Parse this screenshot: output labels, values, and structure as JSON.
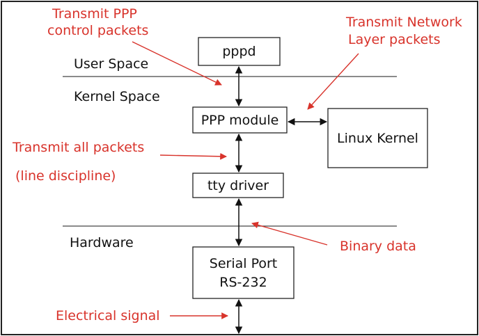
{
  "layers": {
    "user_space": "User Space",
    "kernel_space": "Kernel Space",
    "hardware": "Hardware"
  },
  "boxes": {
    "pppd": "pppd",
    "ppp_module": "PPP module",
    "linux_kernel": "Linux Kernel",
    "tty_driver": "tty driver",
    "serial_port_line1": "Serial Port",
    "serial_port_line2": "RS-232"
  },
  "annotations": {
    "transmit_ppp_line1": "Transmit PPP",
    "transmit_ppp_line2": "control packets",
    "transmit_network_line1": "Transmit Network",
    "transmit_network_line2": "Layer packets",
    "transmit_all": "Transmit all packets",
    "line_discipline": "(line discipline)",
    "binary_data": "Binary data",
    "electrical_signal": "Electrical signal"
  },
  "colors": {
    "annotation": "#d8332b",
    "text": "#111111",
    "border": "#222222"
  }
}
